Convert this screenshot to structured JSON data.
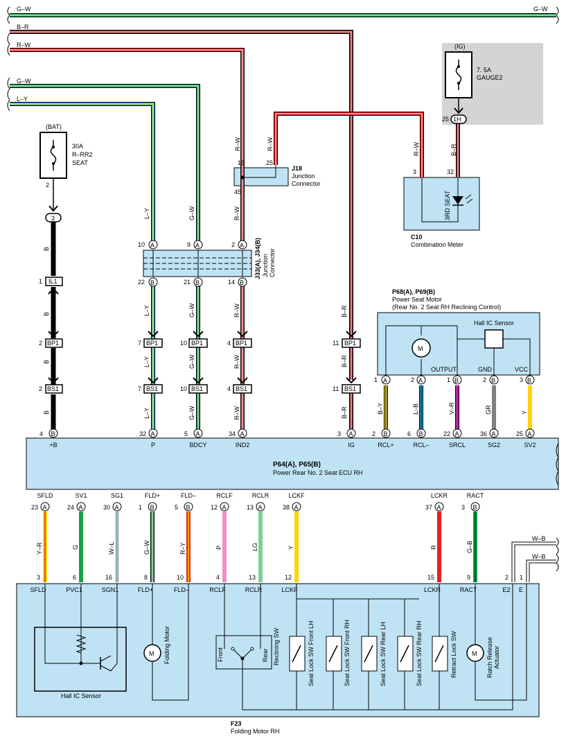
{
  "top_wires": {
    "gw_top": "G–W",
    "gw_top_right": "G–W",
    "br": "B–R",
    "rw": "R–W",
    "gw2": "G–W",
    "ly": "L–Y"
  },
  "bat": {
    "label": "(BAT)",
    "rating": "30A",
    "name": "R–RR2",
    "name2": "SEAT",
    "pin": "2",
    "splice": "3"
  },
  "ig": {
    "label": "(IG)",
    "rating": "7. 5A",
    "name": "GAUGE2",
    "pin": "25",
    "conn": "1H"
  },
  "j18": {
    "id": "J18",
    "line1": "Junction",
    "line2": "Connector",
    "p15": "15",
    "p25": "25",
    "p45": "45"
  },
  "c10": {
    "id": "C10",
    "desc": "Combination Meter",
    "p3": "3",
    "p32": "32",
    "lamp": "3RD SEAT"
  },
  "j33": {
    "id": "J33(A), J34(B)",
    "line1": "Junction",
    "line2": "Connector"
  },
  "conn_labels": {
    "a": "A",
    "b": "B",
    "il1": "IL1",
    "bp1": "BP1",
    "bs1": "BS1"
  },
  "motor": {
    "id": "P68(A), P69(B)",
    "line1": "Power Seat Motor",
    "line2": "(Rear No. 2 Seat RH Reclining Control)",
    "hall": "Hall IC Sensor",
    "output": "OUTPUT",
    "gnd": "GND",
    "vcc": "VCC",
    "m": "M"
  },
  "wire_labels": {
    "b": "B",
    "ly": "L–Y",
    "gw": "G–W",
    "rw": "R–W",
    "br": "B–R",
    "by": "B–Y",
    "lb": "L–B",
    "vr": "V–R",
    "gr": "GR",
    "y": "Y",
    "yr": "Y–R",
    "g": "G",
    "wl": "W–L",
    "ry": "R–Y",
    "p": "P",
    "lg": "LG",
    "gb": "G–B",
    "r": "R",
    "wb": "W–B"
  },
  "ecu": {
    "id": "P64(A), P65(B)",
    "desc": "Power Rear No. 2 Seat ECU RH"
  },
  "top_pins": [
    {
      "n": "4",
      "c": "B",
      "l": "+B"
    },
    {
      "n": "32",
      "c": "A",
      "l": "P"
    },
    {
      "n": "5",
      "c": "A",
      "l": "BDCY"
    },
    {
      "n": "34",
      "c": "A",
      "l": "IND2"
    },
    {
      "n": "3",
      "c": "A",
      "l": "IG"
    },
    {
      "n": "2",
      "c": "B",
      "l": "RCL+"
    },
    {
      "n": "6",
      "c": "B",
      "l": "RCL–"
    },
    {
      "n": "22",
      "c": "A",
      "l": "SRCL"
    },
    {
      "n": "36",
      "c": "A",
      "l": "SG2"
    },
    {
      "n": "25",
      "c": "A",
      "l": "SV2"
    }
  ],
  "bottom_pins": [
    {
      "n": "23",
      "c": "A",
      "l": "SFLD"
    },
    {
      "n": "24",
      "c": "A",
      "l": "SV1"
    },
    {
      "n": "30",
      "c": "A",
      "l": "SG1"
    },
    {
      "n": "1",
      "c": "B",
      "l": "FLD+"
    },
    {
      "n": "5",
      "c": "B",
      "l": "FLD–"
    },
    {
      "n": "12",
      "c": "A",
      "l": "RCLF"
    },
    {
      "n": "13",
      "c": "A",
      "l": "RCLR"
    },
    {
      "n": "38",
      "c": "A",
      "l": "LCKF"
    },
    {
      "n": "37",
      "c": "A",
      "l": "LCKR"
    },
    {
      "n": "3",
      "c": "B",
      "l": "RACT"
    }
  ],
  "f23": {
    "id": "F23",
    "desc": "Folding Motor RH",
    "pins": [
      {
        "n": "3",
        "l": "SFLD"
      },
      {
        "n": "6",
        "l": "PVC1"
      },
      {
        "n": "16",
        "l": "SGN1"
      },
      {
        "n": "8",
        "l": "FLD+"
      },
      {
        "n": "10",
        "l": "FLD–"
      },
      {
        "n": "4",
        "l": "RCLF"
      },
      {
        "n": "13",
        "l": "RCLR"
      },
      {
        "n": "12",
        "l": "LCKF"
      },
      {
        "n": "15",
        "l": "LCKR"
      },
      {
        "n": "9",
        "l": "RACT"
      },
      {
        "n": "2",
        "l": "E2"
      },
      {
        "n": "1",
        "l": "E"
      }
    ],
    "hall": "Hall IC Sensor",
    "folding_motor": "Folding Motor",
    "front": "Front",
    "rear": "Rear",
    "recl_sw": "Reclining SW",
    "lock_front_lh": "Seat Lock SW Front LH",
    "lock_front_rh": "Seat Lock SW Front RH",
    "lock_rear_lh": "Seat Lock SW Rear LH",
    "lock_rear_rh": "Seat Lock SW Rear RH",
    "retract": "Retract Lock SW",
    "ratch1": "Ratch Release",
    "ratch2": "Actuator",
    "m": "M"
  }
}
